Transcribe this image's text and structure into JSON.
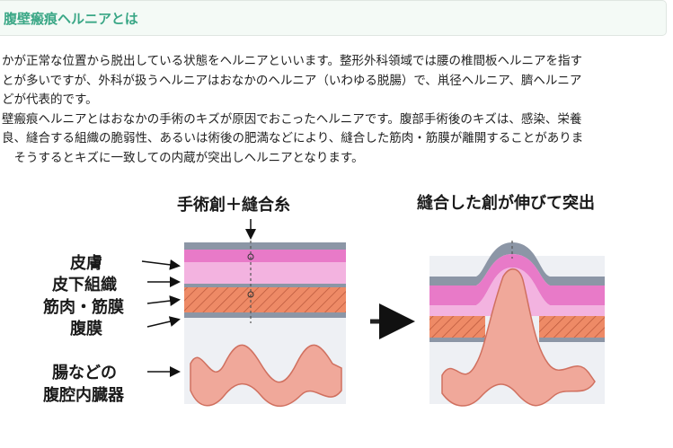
{
  "header": {
    "title": "腹壁瘢痕ヘルニアとは"
  },
  "article": {
    "lines": [
      "かが正常な位置から脱出している状態をヘルニアといいます。整形外科領域では腰の椎間板ヘルニアを指す",
      "とが多いですが、外科が扱うヘルニアはおなかのヘルニア（いわゆる脱腸）で、鼡径ヘルニア、臍ヘルニア",
      "どが代表的です。",
      "壁瘢痕ヘルニアとはおなかの手術のキズが原因でおこったヘルニアです。腹部手術後のキズは、感染、栄養",
      "良、縫合する組織の脆弱性、あるいは術後の肥満などにより、縫合した筋肉・筋膜が離開することがありま",
      "　そうするとキズに一致しての内蔵が突出しヘルニアとなります。"
    ]
  },
  "figure": {
    "left_caption": "手術創＋縫合糸",
    "right_caption": "縫合した創が伸びて突出",
    "layer_labels": {
      "skin": "皮膚",
      "subcutaneous": "皮下組織",
      "muscle_fascia": "筋肉・筋膜",
      "peritoneum": "腹膜",
      "organs_line1": "腸などの",
      "organs_line2": "腹腔内臓器"
    },
    "colors": {
      "skin": "#e87ac8",
      "fat": "#f3b3e0",
      "muscle": "#ee8a66",
      "membrane": "#8c96a6",
      "intestine": "#f0a89a",
      "cavity": "#eef0f4",
      "accent": "#3aa786"
    }
  }
}
